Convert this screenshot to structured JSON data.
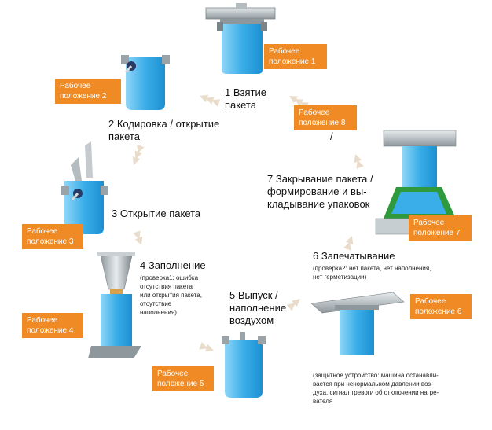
{
  "positions": {
    "p1": "Рабочее\nположение 1",
    "p2": "Рабочее\nположение 2",
    "p3": "Рабочее\nположение 3",
    "p4": "Рабочее\nположение 4",
    "p5": "Рабочее\nположение 5",
    "p6": "Рабочее\nположение 6",
    "p7": "Рабочее\nположение 7",
    "p8": "Рабочее\nположение 8"
  },
  "steps": {
    "s1": "1 Взятие\nпакета",
    "s2": "2 Кодировка / открытие\nпакета",
    "s3": "3 Открытие пакета",
    "s4": "4 Заполнение",
    "s5": "5 Выпуск /\nнаполнение\nвоздухом",
    "s6": "6 Запечатывание",
    "s7": "7 Закрывание пакета /\nформирование и вы-\nкладывание упаковок",
    "s8": "/"
  },
  "notes": {
    "check1": "(проверка1: ошибка\nотсутствия пакета\nили открытия пакета,\nотсутствие\nнаполнения)",
    "check2": "(проверка2: нет пакета, нет наполнения,\nнет герметизации)",
    "protect": "(защитное устройство: машина останавли-\nвается при ненормальном давлении воз-\nдуха, сигнал тревоги об отключении нагре-\nвателя"
  },
  "colors": {
    "accent": "#f08a24",
    "bag": "#3aaee8",
    "bag_light": "#8fd6f7",
    "metal": "#9aa3a8",
    "arrow": "#e9dccb",
    "green": "#2e9a3c"
  }
}
